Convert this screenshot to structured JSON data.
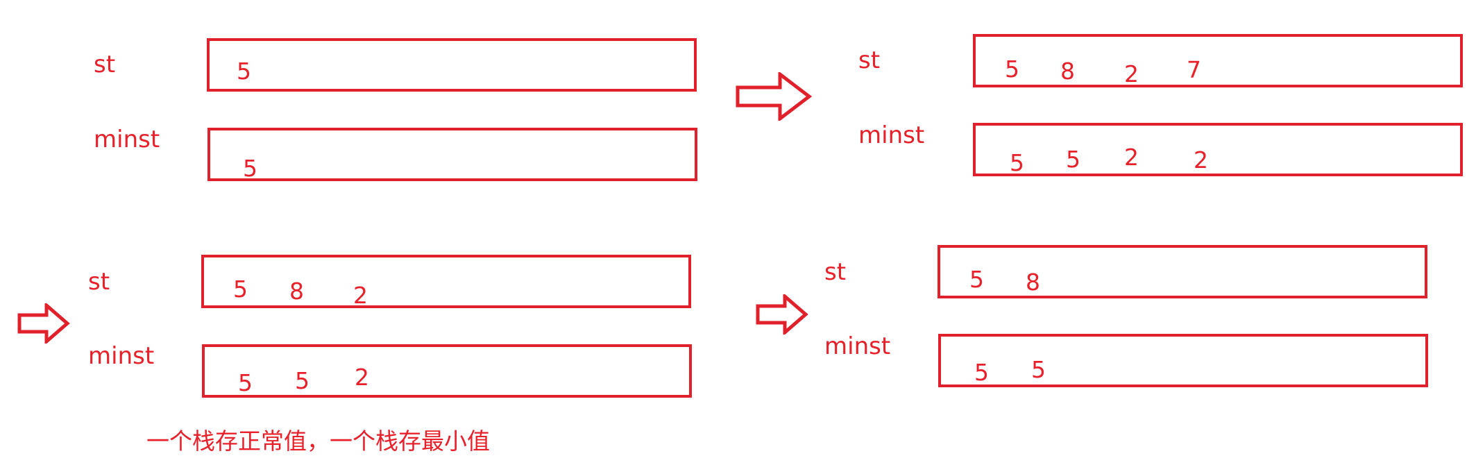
{
  "colors": {
    "stroke": "#e0202a",
    "text": "#e8202a"
  },
  "labels": {
    "st": "st",
    "minst": "minst"
  },
  "arrow_icon": "hollow-right-arrow-icon",
  "panels": [
    {
      "st": [
        "5"
      ],
      "minst": [
        "5"
      ]
    },
    {
      "st": [
        "5",
        "8",
        "2",
        "7"
      ],
      "minst": [
        "5",
        "5",
        "2",
        "2"
      ]
    },
    {
      "st": [
        "5",
        "8",
        "2"
      ],
      "minst": [
        "5",
        "5",
        "2"
      ]
    },
    {
      "st": [
        "5",
        "8"
      ],
      "minst": [
        "5",
        "5"
      ]
    }
  ],
  "caption": "一个栈存正常值，一个栈存最小值"
}
